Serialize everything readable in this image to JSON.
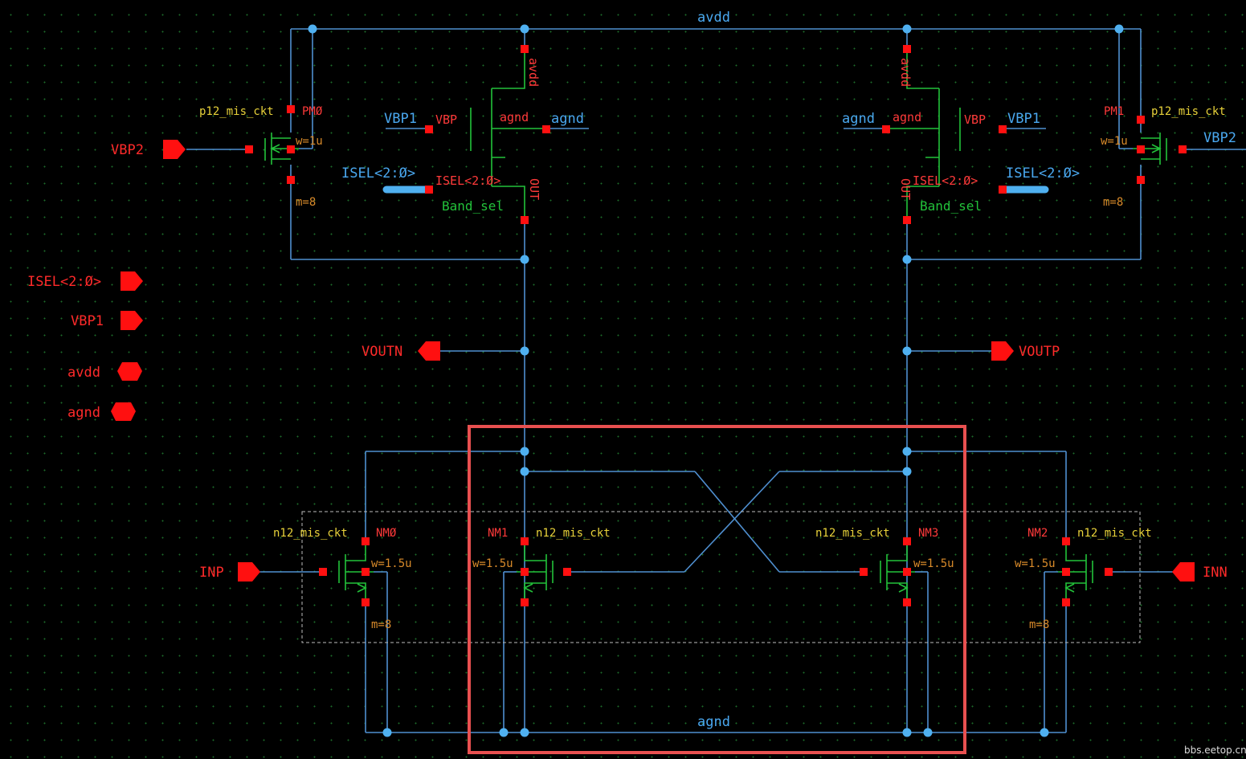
{
  "nets": {
    "top_rail": "avdd",
    "bottom_rail": "agnd"
  },
  "io_pins": {
    "isel": "ISEL<2:Ø>",
    "vbp1": "VBP1",
    "avdd": "avdd",
    "agnd": "agnd",
    "vbp2": "VBP2",
    "voutn": "VOUTN",
    "voutp": "VOUTP",
    "inp": "INP",
    "inn": "INN"
  },
  "load_left": {
    "pin_avdd": "avdd",
    "vbp_net": "VBP1",
    "vbp_pin": "VBP",
    "agnd_pin": "agnd",
    "agnd_net": "agnd",
    "isel_net": "ISEL<2:Ø>",
    "isel_pin": "ISEL<2:Ø>",
    "band": "Band_sel",
    "out_pin": "OUT"
  },
  "load_right": {
    "pin_avdd": "avdd",
    "agnd_net": "agnd",
    "agnd_pin": "agnd",
    "vbp_pin": "VBP",
    "vbp_net": "VBP1",
    "isel_pin": "ISEL<2:Ø>",
    "isel_net": "ISEL<2:Ø>",
    "band": "Band_sel",
    "out_pin": "OUT"
  },
  "transistors": {
    "pm0": {
      "model": "p12_mis_ckt",
      "inst": "PMØ",
      "w": "w=1u",
      "m": "m=8"
    },
    "pm1": {
      "model": "p12_mis_ckt",
      "inst": "PM1",
      "w": "w=1u",
      "m": "m=8"
    },
    "nm0": {
      "model": "n12_mis_ckt",
      "inst": "NMØ",
      "w": "w=1.5u",
      "m": "m=8"
    },
    "nm1": {
      "model": "n12_mis_ckt",
      "inst": "NM1",
      "w": "w=1.5u"
    },
    "nm3": {
      "model": "n12_mis_ckt",
      "inst": "NM3",
      "w": "w=1.5u"
    },
    "nm2": {
      "model": "n12_mis_ckt",
      "inst": "NM2",
      "w": "w=1.5u",
      "m": "m=8"
    }
  },
  "highlight_color": "#e85050",
  "watermark": "bbs.eetop.cn"
}
